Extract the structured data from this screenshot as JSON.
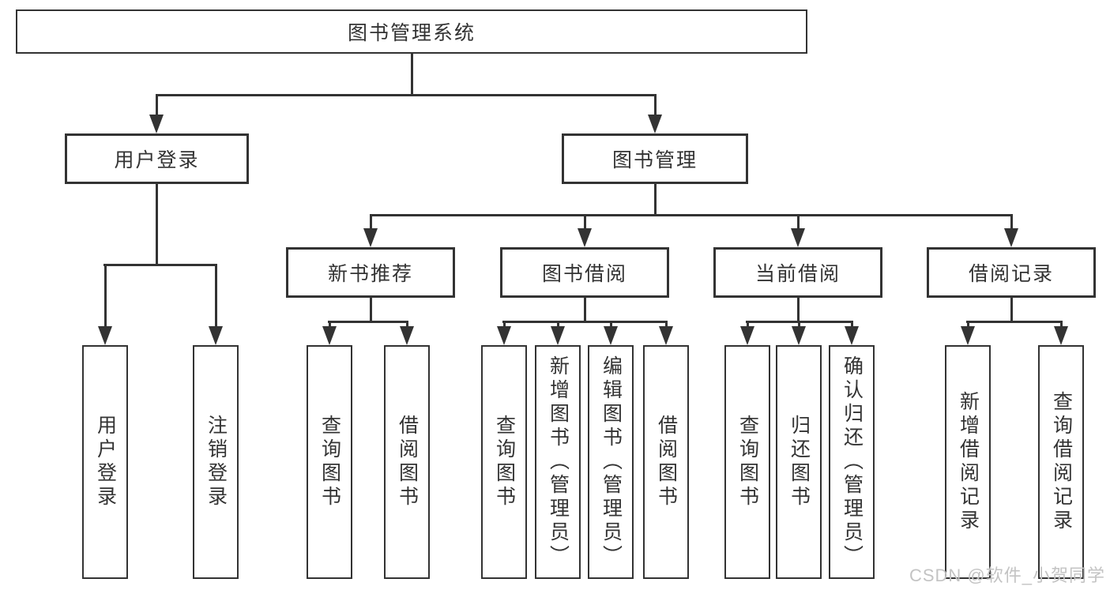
{
  "colors": {
    "line": "#333333",
    "text": "#333333",
    "watermark": "#c3c3c3",
    "background": "#ffffff"
  },
  "watermark": "CSDN @软件_小贺同学",
  "tree": {
    "root": {
      "label": "图书管理系统"
    },
    "branches": [
      {
        "label": "用户登录",
        "children": [
          {
            "label": "用户登录"
          },
          {
            "label": "注销登录"
          }
        ]
      },
      {
        "label": "图书管理",
        "children": [
          {
            "label": "新书推荐",
            "children": [
              {
                "label": "查询图书"
              },
              {
                "label": "借阅图书"
              }
            ]
          },
          {
            "label": "图书借阅",
            "children": [
              {
                "label": "查询图书"
              },
              {
                "label": "新增图书（管理员）"
              },
              {
                "label": "编辑图书（管理员）"
              },
              {
                "label": "借阅图书"
              }
            ]
          },
          {
            "label": "当前借阅",
            "children": [
              {
                "label": "查询图书"
              },
              {
                "label": "归还图书"
              },
              {
                "label": "确认归还（管理员）"
              }
            ]
          },
          {
            "label": "借阅记录",
            "children": [
              {
                "label": "新增借阅记录"
              },
              {
                "label": "查询借阅记录"
              }
            ]
          }
        ]
      }
    ]
  }
}
